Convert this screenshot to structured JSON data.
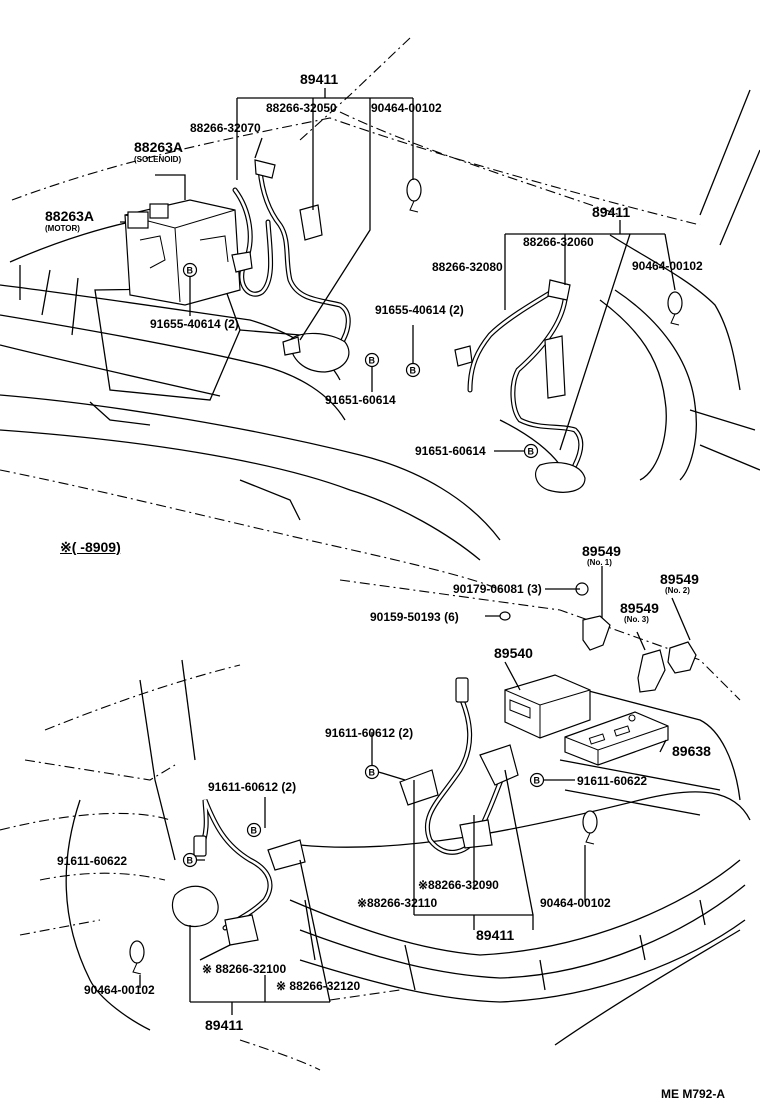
{
  "labels": {
    "asm_top": "89411",
    "sensor_fl_a": "88266-32050",
    "clip_top": "90464-00102",
    "sensor_fl_b": "88266-32070",
    "solenoid_part": "88263A",
    "solenoid_note": "(SOLENOID)",
    "motor_part": "88263A",
    "motor_note": "(MOTOR)",
    "bolt_left": "91655-40614 (2)",
    "asm_right": "89411",
    "sensor_fr_a": "88266-32060",
    "sensor_fr_b": "88266-32080",
    "clip_right": "90464-00102",
    "bolt_right": "91655-40614 (2)",
    "bolt_mid": "91651-60614",
    "bolt_mid2": "91651-60614",
    "variant_note": "※(      -8909)",
    "bracket1_part": "89549",
    "bracket1_note": "(No. 1)",
    "bracket2_part": "89549",
    "bracket2_note": "(No. 2)",
    "bracket3_part": "89549",
    "bracket3_note": "(No. 3)",
    "nut": "90179-06081 (3)",
    "washer": "90159-50193 (6)",
    "computer": "89540",
    "bracket_tray": "89638",
    "bolt_rr_a": "91611-60612 (2)",
    "bolt_rr_b": "91611-60612 (2)",
    "bolt_rr_c": "91611-60622",
    "bolt_rl": "91611-60622",
    "sensor_rr_a": "※88266-32090",
    "sensor_rr_b": "※88266-32110",
    "clip_rear_right": "90464-00102",
    "asm_rear_right": "89411",
    "sensor_rl_a": "※ 88266-32100",
    "sensor_rl_b": "※ 88266-32120",
    "clip_rear_left": "90464-00102",
    "asm_rear_left": "89411",
    "drawing_code": "ME  M792-A",
    "bolt_mark": "B"
  }
}
